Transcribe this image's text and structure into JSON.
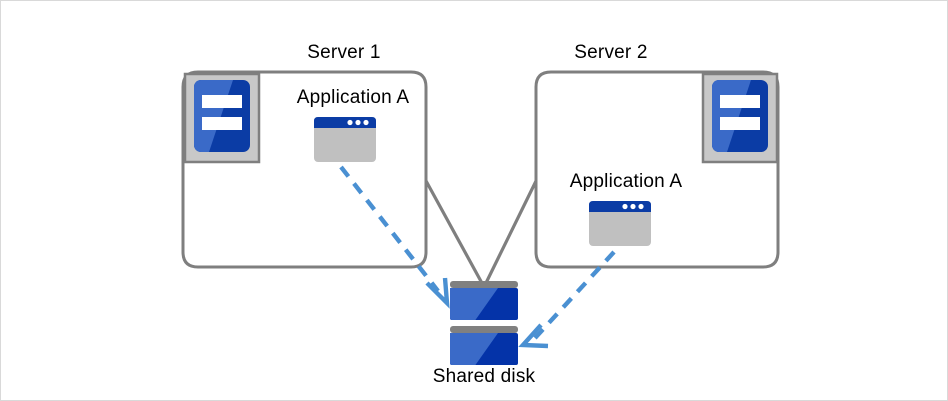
{
  "diagram": {
    "type": "cluster-shared-disk-diagram",
    "colors": {
      "box_border": "#808080",
      "page_border": "#d9d9d9",
      "background": "#ffffff",
      "server_icon_frame": "#c8c8c8",
      "server_icon_blue_light": "#3A6AC8",
      "server_icon_blue_dark": "#0B3CA5",
      "app_titlebar": "#0B3CA5",
      "app_body": "#c0c0c0",
      "disk_blue_light": "#3A6AC8",
      "disk_blue_dark": "#0433A8",
      "disk_bar_gray": "#808080",
      "arrow_blue": "#4A90D2",
      "connector_gray": "#7f7f7f",
      "text": "#000000"
    },
    "nodes": [
      {
        "id": "server1",
        "title": "Server 1",
        "app_label": "Application A",
        "icon": "server-icon",
        "app_icon": "application-window-icon"
      },
      {
        "id": "server2",
        "title": "Server 2",
        "app_label": "Application A",
        "icon": "server-icon",
        "app_icon": "application-window-icon"
      }
    ],
    "shared_storage": {
      "id": "shared-disk",
      "label": "Shared disk",
      "icon": "disk-stack-icon",
      "platters": 2
    },
    "connections": [
      {
        "from": "server1",
        "to": "shared-disk",
        "style": "solid",
        "color": "#7f7f7f",
        "arrow": false
      },
      {
        "from": "server2",
        "to": "shared-disk",
        "style": "solid",
        "color": "#7f7f7f",
        "arrow": false
      },
      {
        "from": "server1-app",
        "to": "shared-disk",
        "style": "dashed",
        "color": "#4A90D2",
        "arrow": true
      },
      {
        "from": "server2-app",
        "to": "shared-disk",
        "style": "dashed",
        "color": "#4A90D2",
        "arrow": true
      }
    ]
  }
}
